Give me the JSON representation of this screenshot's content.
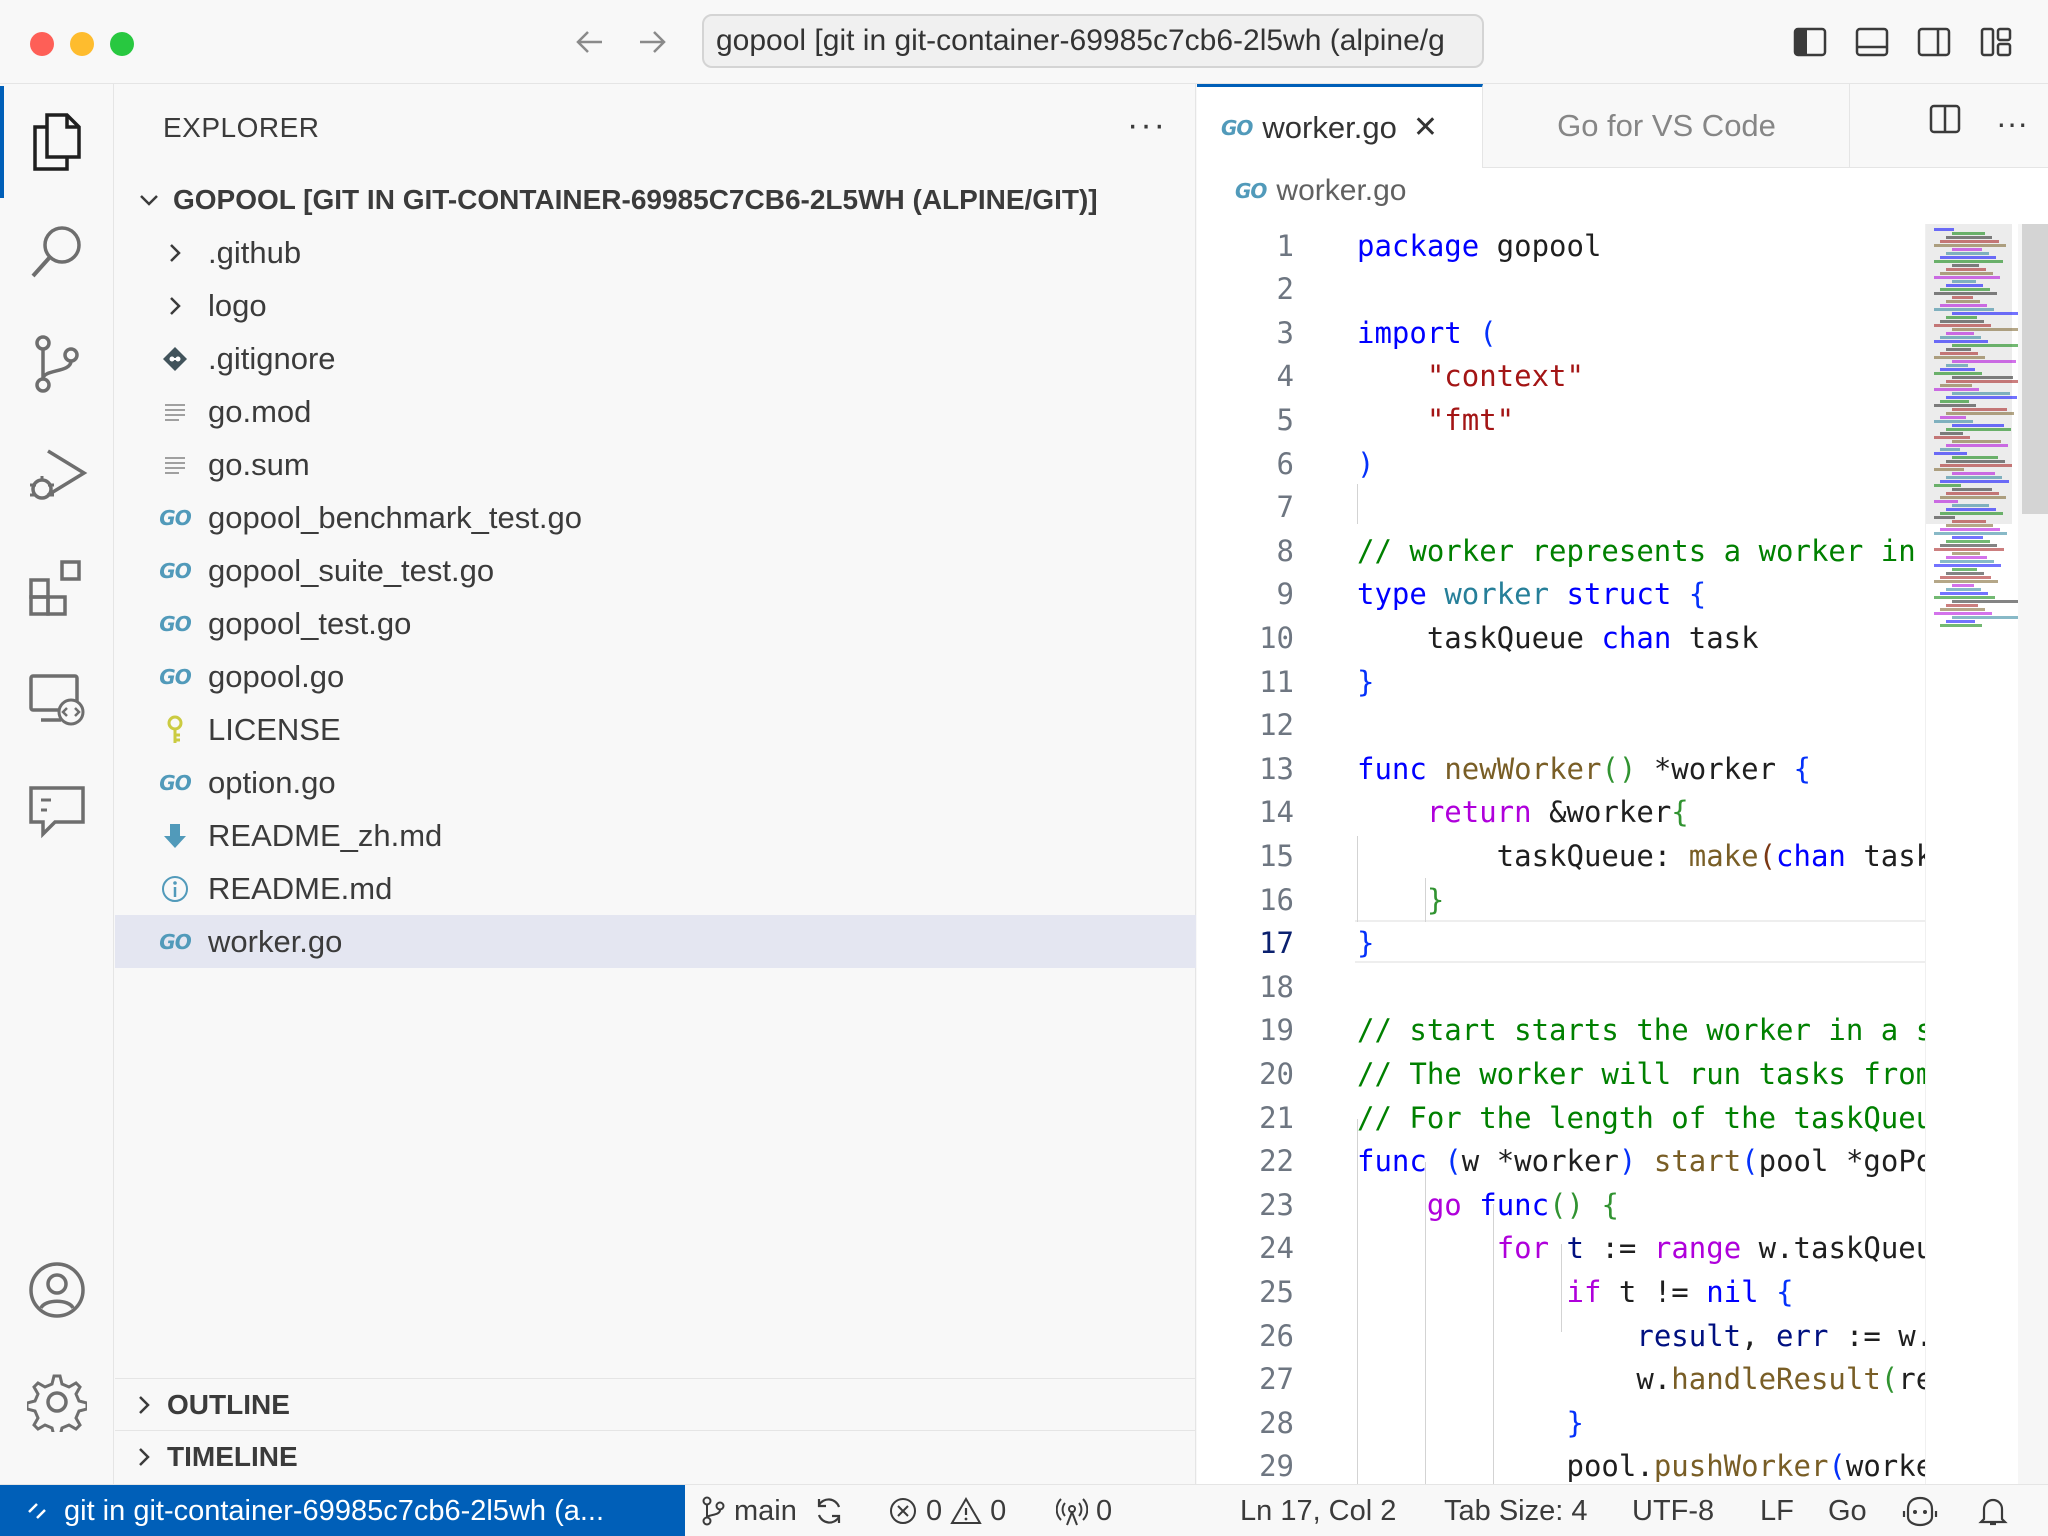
{
  "window": {
    "command_center": "gopool [git in git-container-69985c7cb6-2l5wh (alpine/g"
  },
  "activity_bar": [
    "explorer",
    "search",
    "source-control",
    "run-and-debug",
    "extensions",
    "remote-explorer",
    "chat",
    "accounts",
    "manage"
  ],
  "sidebar": {
    "title": "EXPLORER",
    "more": "···",
    "root": "GOPOOL [GIT IN GIT-CONTAINER-69985C7CB6-2L5WH (ALPINE/GIT)]",
    "items": [
      {
        "label": ".github",
        "kind": "folder"
      },
      {
        "label": "logo",
        "kind": "folder"
      },
      {
        "label": ".gitignore",
        "kind": "git"
      },
      {
        "label": "go.mod",
        "kind": "lines"
      },
      {
        "label": "go.sum",
        "kind": "lines"
      },
      {
        "label": "gopool_benchmark_test.go",
        "kind": "go"
      },
      {
        "label": "gopool_suite_test.go",
        "kind": "go"
      },
      {
        "label": "gopool_test.go",
        "kind": "go"
      },
      {
        "label": "gopool.go",
        "kind": "go"
      },
      {
        "label": "LICENSE",
        "kind": "license"
      },
      {
        "label": "option.go",
        "kind": "go"
      },
      {
        "label": "README_zh.md",
        "kind": "download"
      },
      {
        "label": "README.md",
        "kind": "info"
      },
      {
        "label": "worker.go",
        "kind": "go",
        "selected": true
      }
    ],
    "outline": "OUTLINE",
    "timeline": "TIMELINE"
  },
  "editor": {
    "tabs": [
      {
        "label": "worker.go",
        "active": true
      },
      {
        "label": "Go for VS Code",
        "active": false
      }
    ],
    "breadcrumb": "worker.go",
    "go_icon_text": "GO",
    "current_line": 17,
    "lines": [
      {
        "n": "1",
        "html": "<span class='kw'>package</span> gopool"
      },
      {
        "n": "2",
        "html": ""
      },
      {
        "n": "3",
        "html": "<span class='kw'>import</span> <span class='br1'>(</span>"
      },
      {
        "n": "4",
        "html": "    <span class='str'>\"context\"</span>"
      },
      {
        "n": "5",
        "html": "    <span class='str'>\"fmt\"</span>"
      },
      {
        "n": "6",
        "html": "<span class='br1'>)</span>"
      },
      {
        "n": "7",
        "html": ""
      },
      {
        "n": "8",
        "html": "<span class='cm'>// worker represents a worker in</span>"
      },
      {
        "n": "9",
        "html": "<span class='kw'>type</span> <span class='ty'>worker</span> <span class='kw'>struct</span> <span class='br1'>{</span>"
      },
      {
        "n": "10",
        "html": "    taskQueue <span class='kw'>chan</span> task"
      },
      {
        "n": "11",
        "html": "<span class='br1'>}</span>"
      },
      {
        "n": "12",
        "html": ""
      },
      {
        "n": "13",
        "html": "<span class='kw'>func</span> <span class='fn'>newWorker</span><span class='br2'>()</span> *worker <span class='br1'>{</span>"
      },
      {
        "n": "14",
        "html": "    <span class='ctl'>return</span> &amp;worker<span class='br2'>{</span>"
      },
      {
        "n": "15",
        "html": "        taskQueue: <span class='fn'>make</span><span class='br3'>(</span><span class='kw'>chan</span> task"
      },
      {
        "n": "16",
        "html": "    <span class='br2'>}</span>"
      },
      {
        "n": "17",
        "html": "<span class='br1'>}</span>"
      },
      {
        "n": "18",
        "html": ""
      },
      {
        "n": "19",
        "html": "<span class='cm'>// start starts the worker in a s</span>"
      },
      {
        "n": "20",
        "html": "<span class='cm'>// The worker will run tasks from</span>"
      },
      {
        "n": "21",
        "html": "<span class='cm'>// For the length of the taskQueu</span>"
      },
      {
        "n": "22",
        "html": "<span class='kw'>func</span> <span class='br1'>(</span>w *worker<span class='br1'>)</span> <span class='fn'>start</span><span class='br1'>(</span>pool *goPo"
      },
      {
        "n": "23",
        "html": "    <span class='ctl'>go</span> <span class='kw'>func</span><span class='br2'>()</span> <span class='br2'>{</span>"
      },
      {
        "n": "24",
        "html": "        <span class='ctl'>for</span> <span class='var'>t</span> := <span class='ctl'>range</span> w.taskQueu"
      },
      {
        "n": "25",
        "html": "            <span class='ctl'>if</span> t != <span class='kw'>nil</span> <span class='br1'>{</span>"
      },
      {
        "n": "26",
        "html": "                <span class='var'>result</span>, <span class='var'>err</span> := w."
      },
      {
        "n": "27",
        "html": "                w.<span class='fn'>handleResult</span><span class='br2'>(</span>re"
      },
      {
        "n": "28",
        "html": "            <span class='br1'>}</span>"
      },
      {
        "n": "29",
        "html": "            pool.<span class='fn'>pushWorker</span><span class='br1'>(</span>worke"
      }
    ]
  },
  "status_bar": {
    "remote": "git in git-container-69985c7cb6-2l5wh (a...",
    "branch": "main",
    "errors": "0",
    "warnings": "0",
    "ports": "0",
    "position": "Ln 17, Col 2",
    "tab_size": "Tab Size: 4",
    "encoding": "UTF-8",
    "eol": "LF",
    "language": "Go"
  },
  "colors": {
    "accent": "#005fb8",
    "selection": "#e4e6f1",
    "keyword": "#0000ff",
    "control": "#af00db",
    "string": "#a31515",
    "comment": "#008000",
    "function": "#795e26",
    "type": "#267f99"
  }
}
